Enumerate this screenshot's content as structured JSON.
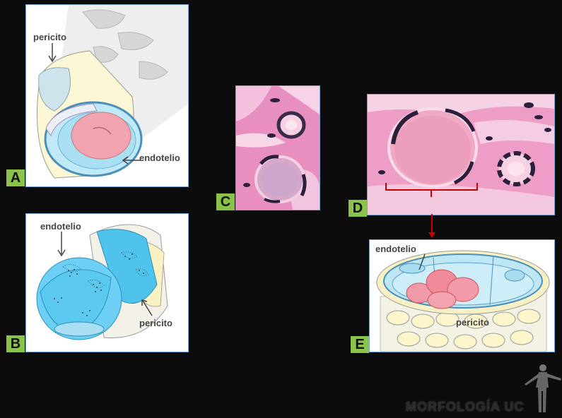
{
  "panels": {
    "A": {
      "tag": "A",
      "label_pericito": "pericito",
      "label_endotelio": "endotelio"
    },
    "B": {
      "tag": "B",
      "label_endotelio": "endotelio",
      "label_pericito": "pericito"
    },
    "C": {
      "tag": "C"
    },
    "D": {
      "tag": "D"
    },
    "E": {
      "tag": "E",
      "label_endotelio": "endotelio",
      "label_pericito": "pericito"
    }
  },
  "brand": {
    "text": "MORFOLOGÍA UC"
  },
  "colors": {
    "background": "#0c0c0c",
    "tag": "#8bc34a",
    "panel_border": "#7aa6d6",
    "connector": "#cc0000"
  }
}
